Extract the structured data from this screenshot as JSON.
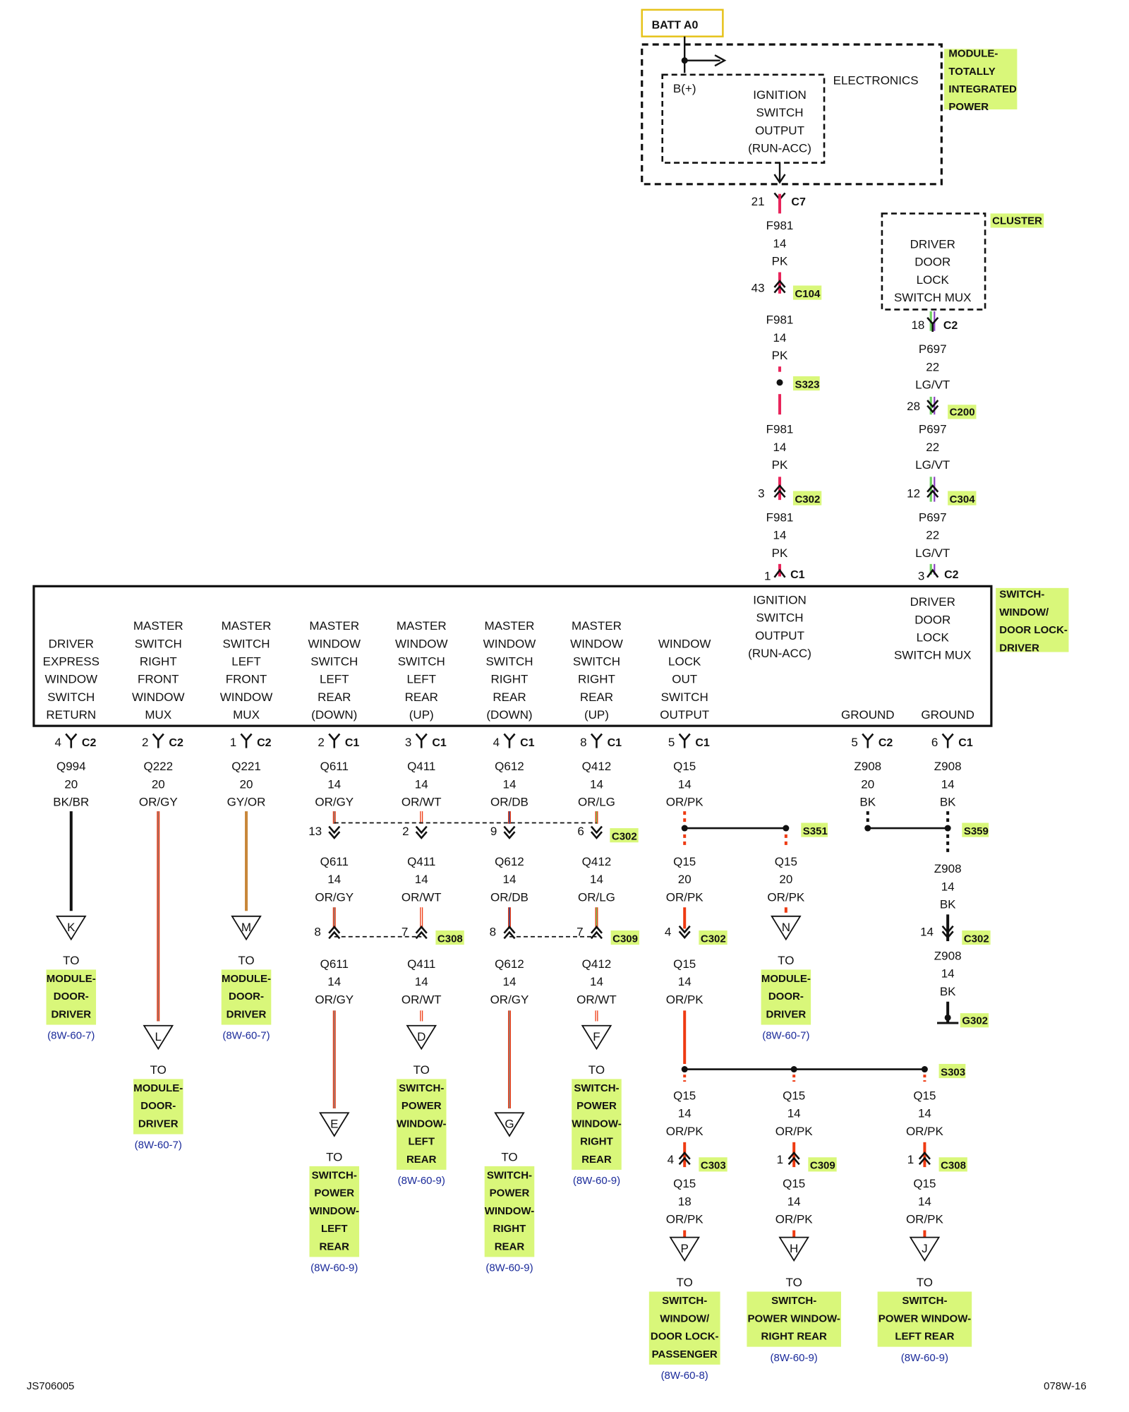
{
  "batt_label": "BATT A0",
  "tipm": {
    "title": [
      "MODULE-",
      "TOTALLY",
      "INTEGRATED",
      "POWER"
    ],
    "electronics": "ELECTRONICS",
    "bplus": "B(+)",
    "output": [
      "IGNITION",
      "SWITCH",
      "OUTPUT",
      "(RUN-ACC)"
    ]
  },
  "cluster": {
    "title": "CLUSTER",
    "text": [
      "DRIVER",
      "DOOR",
      "LOCK",
      "SWITCH MUX"
    ]
  },
  "pk_chain": {
    "c7": {
      "pin": "21",
      "name": "C7"
    },
    "wire1": [
      "F981",
      "14",
      "PK"
    ],
    "c104": {
      "pin": "43",
      "name": "C104"
    },
    "wire2": [
      "F981",
      "14",
      "PK"
    ],
    "s323": "S323",
    "wire3": [
      "F981",
      "14",
      "PK"
    ],
    "c302": {
      "pin": "3",
      "name": "C302"
    },
    "wire4": [
      "F981",
      "14",
      "PK"
    ],
    "c1": {
      "pin": "1",
      "name": "C1"
    }
  },
  "lg_chain": {
    "c2top": {
      "pin": "18",
      "name": "C2"
    },
    "wire1": [
      "P697",
      "22",
      "LG/VT"
    ],
    "c200": {
      "pin": "28",
      "name": "C200"
    },
    "wire2": [
      "P697",
      "22",
      "LG/VT"
    ],
    "c304": {
      "pin": "12",
      "name": "C304"
    },
    "wire3": [
      "P697",
      "22",
      "LG/VT"
    ],
    "c2bot": {
      "pin": "3",
      "name": "C2"
    }
  },
  "switch_module": {
    "title": [
      "SWITCH-",
      "WINDOW/",
      "DOOR LOCK-",
      "DRIVER"
    ],
    "col_k": [
      "DRIVER",
      "EXPRESS",
      "WINDOW",
      "SWITCH",
      "RETURN"
    ],
    "col_l": [
      "MASTER",
      "SWITCH",
      "RIGHT",
      "FRONT",
      "WINDOW",
      "MUX"
    ],
    "col_m": [
      "MASTER",
      "SWITCH",
      "LEFT",
      "FRONT",
      "WINDOW",
      "MUX"
    ],
    "col_e": [
      "MASTER",
      "WINDOW",
      "SWITCH",
      "LEFT",
      "REAR",
      "(DOWN)"
    ],
    "col_d": [
      "MASTER",
      "WINDOW",
      "SWITCH",
      "LEFT",
      "REAR",
      "(UP)"
    ],
    "col_g": [
      "MASTER",
      "WINDOW",
      "SWITCH",
      "RIGHT",
      "REAR",
      "(DOWN)"
    ],
    "col_f": [
      "MASTER",
      "WINDOW",
      "SWITCH",
      "RIGHT",
      "REAR",
      "(UP)"
    ],
    "col_q": [
      "WINDOW",
      "LOCK",
      "OUT",
      "SWITCH",
      "OUTPUT"
    ],
    "col_ign": [
      "IGNITION",
      "SWITCH",
      "OUTPUT",
      "(RUN-ACC)"
    ],
    "col_mux": [
      "DRIVER",
      "DOOR",
      "LOCK",
      "SWITCH MUX"
    ],
    "gnd1": "GROUND",
    "gnd2": "GROUND"
  },
  "pins": {
    "k": {
      "pin": "4",
      "name": "C2"
    },
    "l": {
      "pin": "2",
      "name": "C2"
    },
    "m": {
      "pin": "1",
      "name": "C2"
    },
    "e": {
      "pin": "2",
      "name": "C1"
    },
    "d": {
      "pin": "3",
      "name": "C1"
    },
    "g": {
      "pin": "4",
      "name": "C1"
    },
    "f": {
      "pin": "8",
      "name": "C1"
    },
    "q": {
      "pin": "5",
      "name": "C1"
    },
    "z1": {
      "pin": "5",
      "name": "C2"
    },
    "z2": {
      "pin": "6",
      "name": "C1"
    }
  },
  "wires": {
    "k": [
      "Q994",
      "20",
      "BK/BR"
    ],
    "l": [
      "Q222",
      "20",
      "OR/GY"
    ],
    "m": [
      "Q221",
      "20",
      "GY/OR"
    ],
    "e1": [
      "Q611",
      "14",
      "OR/GY"
    ],
    "d1": [
      "Q411",
      "14",
      "OR/WT"
    ],
    "g1": [
      "Q612",
      "14",
      "OR/DB"
    ],
    "f1": [
      "Q412",
      "14",
      "OR/LG"
    ],
    "q1": [
      "Q15",
      "14",
      "OR/PK"
    ],
    "z1": [
      "Z908",
      "20",
      "BK"
    ],
    "z2": [
      "Z908",
      "14",
      "BK"
    ],
    "e2": [
      "Q611",
      "14",
      "OR/GY"
    ],
    "d2": [
      "Q411",
      "14",
      "OR/WT"
    ],
    "g2": [
      "Q612",
      "14",
      "OR/DB"
    ],
    "f2": [
      "Q412",
      "14",
      "OR/LG"
    ],
    "q2": [
      "Q15",
      "20",
      "OR/PK"
    ],
    "n2": [
      "Q15",
      "20",
      "OR/PK"
    ],
    "z3": [
      "Z908",
      "14",
      "BK"
    ],
    "e3": [
      "Q611",
      "14",
      "OR/GY"
    ],
    "d3": [
      "Q411",
      "14",
      "OR/WT"
    ],
    "g3": [
      "Q612",
      "14",
      "OR/GY"
    ],
    "f3": [
      "Q412",
      "14",
      "OR/WT"
    ],
    "q3": [
      "Q15",
      "14",
      "OR/PK"
    ],
    "z4": [
      "Z908",
      "14",
      "BK"
    ],
    "p4": [
      "Q15",
      "14",
      "OR/PK"
    ],
    "h4": [
      "Q15",
      "14",
      "OR/PK"
    ],
    "j4": [
      "Q15",
      "14",
      "OR/PK"
    ],
    "p5": [
      "Q15",
      "18",
      "OR/PK"
    ],
    "h5": [
      "Q15",
      "14",
      "OR/PK"
    ],
    "j5": [
      "Q15",
      "14",
      "OR/PK"
    ]
  },
  "connectors": {
    "c302_mid": {
      "pins": [
        "13",
        "2",
        "9",
        "6"
      ],
      "name": "C302"
    },
    "c308_mid": {
      "pins": [
        "8",
        "7"
      ],
      "name": "C308"
    },
    "c309_mid": {
      "pins": [
        "8",
        "7"
      ],
      "name": "C309"
    },
    "c302_q": {
      "pin": "4",
      "name": "C302"
    },
    "c302_z": {
      "pin": "14",
      "name": "C302"
    },
    "c303": {
      "pin": "4",
      "name": "C303"
    },
    "c309_h": {
      "pin": "1",
      "name": "C309"
    },
    "c308_j": {
      "pin": "1",
      "name": "C308"
    }
  },
  "splices": {
    "s351": "S351",
    "s359": "S359",
    "s303": "S303"
  },
  "ground": "G302",
  "to_label": "TO",
  "destinations": {
    "k": {
      "letter": "K",
      "lines": [
        "MODULE-",
        "DOOR-",
        "DRIVER"
      ],
      "ref": "(8W-60-7)"
    },
    "m": {
      "letter": "M",
      "lines": [
        "MODULE-",
        "DOOR-",
        "DRIVER"
      ],
      "ref": "(8W-60-7)"
    },
    "l": {
      "letter": "L",
      "lines": [
        "MODULE-",
        "DOOR-",
        "DRIVER"
      ],
      "ref": "(8W-60-7)"
    },
    "n": {
      "letter": "N",
      "lines": [
        "MODULE-",
        "DOOR-",
        "DRIVER"
      ],
      "ref": "(8W-60-7)"
    },
    "e": {
      "letter": "E",
      "lines": [
        "SWITCH-",
        "POWER",
        "WINDOW-",
        "LEFT",
        "REAR"
      ],
      "ref": "(8W-60-9)"
    },
    "d": {
      "letter": "D",
      "lines": [
        "SWITCH-",
        "POWER",
        "WINDOW-",
        "LEFT",
        "REAR"
      ],
      "ref": "(8W-60-9)"
    },
    "g": {
      "letter": "G",
      "lines": [
        "SWITCH-",
        "POWER",
        "WINDOW-",
        "RIGHT",
        "REAR"
      ],
      "ref": "(8W-60-9)"
    },
    "f": {
      "letter": "F",
      "lines": [
        "SWITCH-",
        "POWER",
        "WINDOW-",
        "RIGHT",
        "REAR"
      ],
      "ref": "(8W-60-9)"
    },
    "p": {
      "letter": "P",
      "lines": [
        "SWITCH-",
        "WINDOW/",
        "DOOR LOCK-",
        "PASSENGER"
      ],
      "ref": "(8W-60-8)"
    },
    "h": {
      "letter": "H",
      "lines": [
        "SWITCH-",
        "POWER WINDOW-",
        "RIGHT REAR"
      ],
      "ref": "(8W-60-9)"
    },
    "j": {
      "letter": "J",
      "lines": [
        "SWITCH-",
        "POWER WINDOW-",
        "LEFT REAR"
      ],
      "ref": "(8W-60-9)"
    }
  },
  "footer": {
    "left": "JS706005",
    "right": "078W-16"
  },
  "colors": {
    "pink": "#e8245a",
    "orange": "#ee3a12",
    "tan": "#c8873a",
    "black": "#111111",
    "lightgreen": "#6fd060",
    "violet": "#8a3fc0",
    "highlight": "#d9f77a",
    "gray": "#8a8a8a",
    "darkblue": "#1f4fa0",
    "white_stripe": "#ffffff",
    "batt_border": "#e6c21a",
    "ref_blue": "#1a2a9a"
  }
}
